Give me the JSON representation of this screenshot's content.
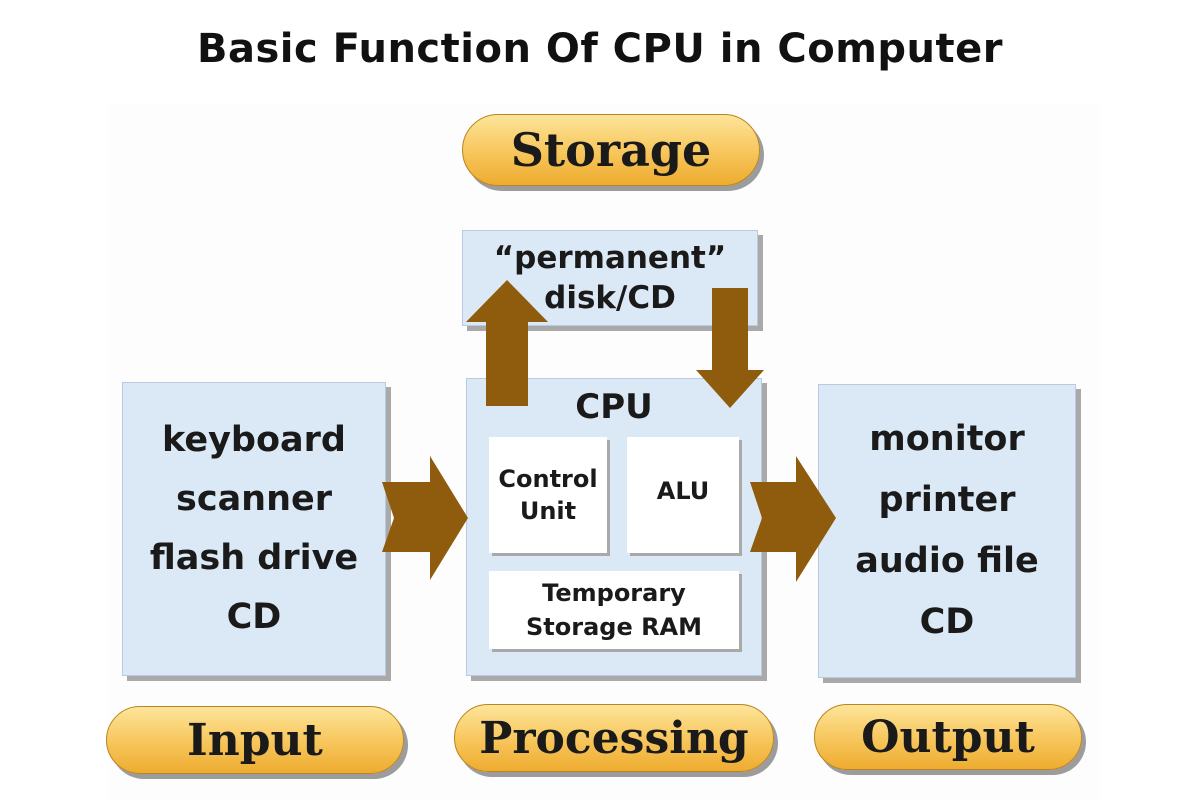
{
  "title": "Basic Function Of CPU in Computer",
  "colors": {
    "box_fill": "#dbe8f6",
    "arrow": "#8f5c0e",
    "pill": "#f7c55a"
  },
  "pills": {
    "storage": "Storage",
    "input": "Input",
    "processing": "Processing",
    "output": "Output"
  },
  "storage_box": {
    "lines": [
      "“permanent”",
      "disk/CD"
    ]
  },
  "input_box": {
    "lines": [
      "keyboard",
      "scanner",
      "flash drive",
      "CD"
    ]
  },
  "cpu_box": {
    "label": "CPU",
    "control_unit": [
      "Control",
      "Unit"
    ],
    "alu": "ALU",
    "temp_storage": [
      "Temporary",
      "Storage RAM"
    ]
  },
  "output_box": {
    "lines": [
      "monitor",
      "printer",
      "audio file",
      "CD"
    ]
  }
}
